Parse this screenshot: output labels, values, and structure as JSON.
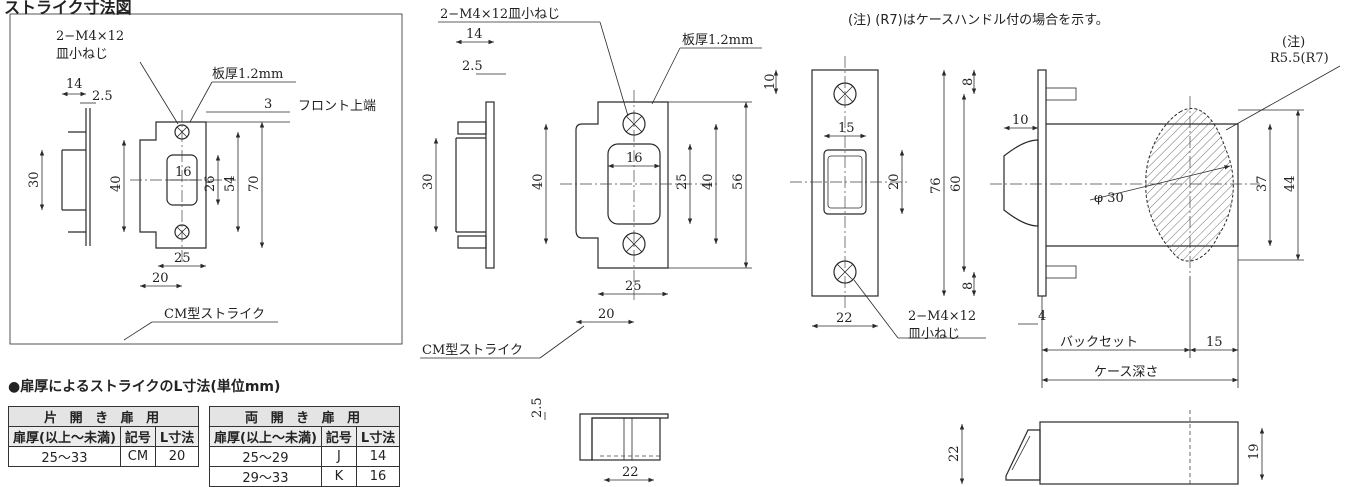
{
  "header": {
    "title": "ストライク寸法図",
    "note": "(注) (R7)はケースハンドル付の場合を示す。"
  },
  "strike_inset": {
    "screw_label_1": "2−M4×12",
    "screw_label_2": "皿小ねじ",
    "plate_thickness": "板厚1.2mm",
    "front_top": "フロント上端",
    "dims": {
      "d14": "14",
      "d2_5": "2.5",
      "d3": "3",
      "d30": "30",
      "d40": "40",
      "d16": "16",
      "d26": "26",
      "d54": "54",
      "d70": "70",
      "d25": "25",
      "d20": "20"
    },
    "caption": "CM型ストライク"
  },
  "strike_main": {
    "screw_label": "2−M4×12皿小ねじ",
    "plate_thickness": "板厚1.2mm",
    "dims": {
      "d14": "14",
      "d2_5": "2.5",
      "d30": "30",
      "d40": "40",
      "d16": "16",
      "d25": "25",
      "d40b": "40",
      "d56": "56",
      "d25b": "25",
      "d20": "20"
    },
    "caption": "CM型ストライク"
  },
  "strike_bottom": {
    "dims": {
      "d2_5": "2.5",
      "d22": "22"
    }
  },
  "front_plate": {
    "dims": {
      "d10": "10",
      "d15": "15",
      "d20": "20",
      "d22": "22"
    },
    "screw_label_1": "2−M4×12",
    "screw_label_2": "皿小ねじ"
  },
  "case": {
    "note_label": "(注)",
    "radius_label": "R5.5(R7)",
    "dims": {
      "d8a": "8",
      "d8b": "8",
      "d76": "76",
      "d60": "60",
      "d10": "10",
      "d30": "φ 30",
      "d37": "37",
      "d44": "44",
      "d4": "4",
      "d15": "15"
    },
    "backset": "バックセット",
    "case_depth": "ケース深さ"
  },
  "latch_bottom": {
    "dims": {
      "d22": "22",
      "d19": "19"
    }
  },
  "l_table": {
    "title": "●扉厚によるストライクのL寸法(単位mm)",
    "single": {
      "group": "片 開 き 扉 用",
      "headers": [
        "扉厚(以上〜未満)",
        "記号",
        "L寸法"
      ],
      "rows": [
        [
          "25〜33",
          "CM",
          "20"
        ]
      ]
    },
    "double": {
      "group": "両 開 き 扉 用",
      "headers": [
        "扉厚(以上〜未満)",
        "記号",
        "L寸法"
      ],
      "rows": [
        [
          "25〜29",
          "J",
          "14"
        ],
        [
          "29〜33",
          "K",
          "16"
        ]
      ]
    }
  }
}
